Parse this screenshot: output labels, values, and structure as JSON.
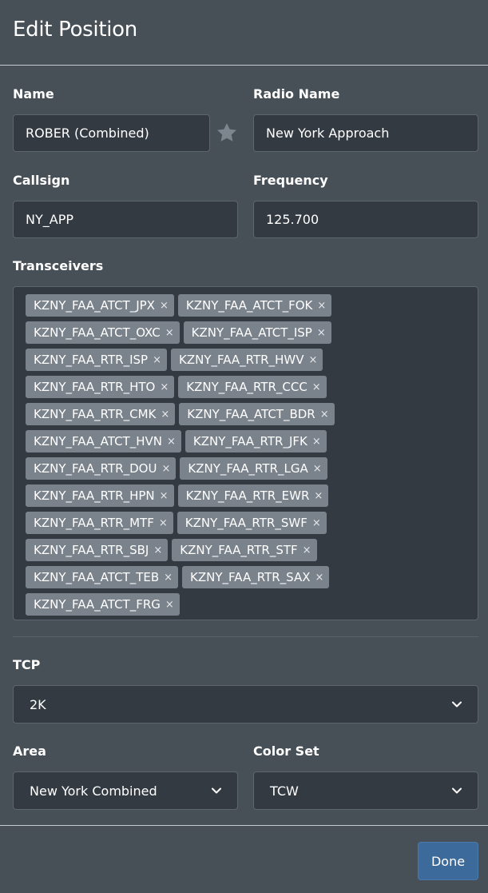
{
  "dialog": {
    "title": "Edit Position",
    "done_label": "Done"
  },
  "fields": {
    "name": {
      "label": "Name",
      "value": "ROBER (Combined)"
    },
    "radio_name": {
      "label": "Radio Name",
      "value": "New York Approach"
    },
    "callsign": {
      "label": "Callsign",
      "value": "NY_APP"
    },
    "frequency": {
      "label": "Frequency",
      "value": "125.700"
    },
    "transceivers_label": "Transceivers",
    "tcp": {
      "label": "TCP",
      "value": "2K"
    },
    "area": {
      "label": "Area",
      "value": "New York Combined"
    },
    "color_set": {
      "label": "Color Set",
      "value": "TCW"
    }
  },
  "transceivers": [
    "KZNY_FAA_ATCT_JPX",
    "KZNY_FAA_ATCT_FOK",
    "KZNY_FAA_ATCT_OXC",
    "KZNY_FAA_ATCT_ISP",
    "KZNY_FAA_RTR_ISP",
    "KZNY_FAA_RTR_HWV",
    "KZNY_FAA_RTR_HTO",
    "KZNY_FAA_RTR_CCC",
    "KZNY_FAA_RTR_CMK",
    "KZNY_FAA_ATCT_BDR",
    "KZNY_FAA_ATCT_HVN",
    "KZNY_FAA_RTR_JFK",
    "KZNY_FAA_RTR_DOU",
    "KZNY_FAA_RTR_LGA",
    "KZNY_FAA_RTR_HPN",
    "KZNY_FAA_RTR_EWR",
    "KZNY_FAA_RTR_MTF",
    "KZNY_FAA_RTR_SWF",
    "KZNY_FAA_RTR_SBJ",
    "KZNY_FAA_RTR_STF",
    "KZNY_FAA_ATCT_TEB",
    "KZNY_FAA_RTR_SAX",
    "KZNY_FAA_ATCT_FRG"
  ],
  "icons": {
    "favorite": "star-icon",
    "remove_tag": "close-icon",
    "dropdown": "chevron-down-icon"
  },
  "colors": {
    "background": "#474f57",
    "input_bg": "#333a42",
    "tag_bg": "#7a828b",
    "primary": "#3c6a9a"
  }
}
